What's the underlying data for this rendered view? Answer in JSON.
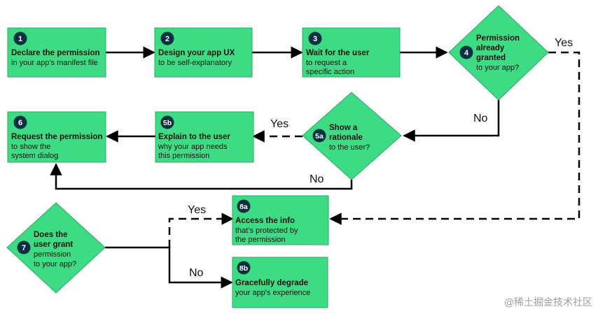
{
  "colors": {
    "node_fill": "#3ddc84",
    "node_stroke": "#2fa864",
    "badge": "#073042",
    "line": "#000000",
    "text": "#111111",
    "watermark": "#9aa0a6"
  },
  "nodes": {
    "n1": {
      "badge": "1",
      "title": "Declare the permission",
      "body": [
        "in your app's manifest file"
      ]
    },
    "n2": {
      "badge": "2",
      "title": "Design your app UX",
      "body": [
        "to be self-explanatory"
      ]
    },
    "n3": {
      "badge": "3",
      "title": "Wait for the user",
      "body": [
        "to request a",
        "specific action"
      ]
    },
    "n4": {
      "badge": "4",
      "title": [
        "Permission",
        "already",
        "granted"
      ],
      "body": [
        "to your app?"
      ]
    },
    "n5a": {
      "badge": "5a",
      "title": [
        "Show a",
        "rationale"
      ],
      "body": [
        "to the user?"
      ]
    },
    "n5b": {
      "badge": "5b",
      "title": "Explain to the user",
      "body": [
        "why your app needs",
        "this permission"
      ]
    },
    "n6": {
      "badge": "6",
      "title": "Request the permission",
      "body": [
        "to show the",
        "system dialog"
      ]
    },
    "n7": {
      "badge": "7",
      "title": [
        "Does the",
        "user grant"
      ],
      "body": [
        "permission",
        "to your app?"
      ]
    },
    "n8a": {
      "badge": "8a",
      "title": "Access the info",
      "body": [
        "that's protected by",
        "the permission"
      ]
    },
    "n8b": {
      "badge": "8b",
      "title": "Gracefully degrade",
      "body": [
        "your app's experience"
      ]
    }
  },
  "edge_labels": {
    "yes_4": "Yes",
    "no_4": "No",
    "yes_5a": "Yes",
    "no_5a": "No",
    "yes_7": "Yes",
    "no_7": "No"
  },
  "watermark": "@稀土掘金技术社区"
}
